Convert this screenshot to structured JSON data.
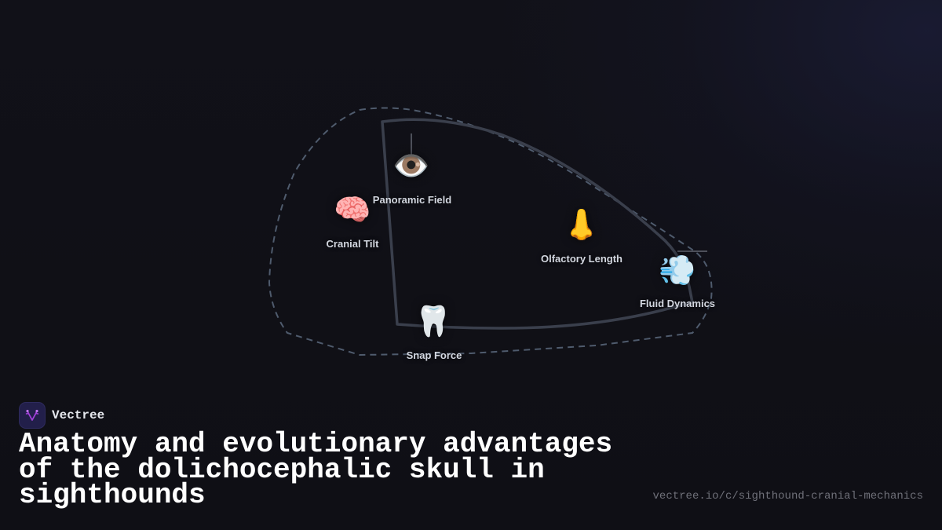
{
  "diagram": {
    "nodes": [
      {
        "id": "panoramic-field",
        "label": "Panoramic Field",
        "icon": "eye-icon",
        "glyph": "👁️"
      },
      {
        "id": "cranial-tilt",
        "label": "Cranial Tilt",
        "icon": "brain-icon",
        "glyph": "🧠"
      },
      {
        "id": "olfactory-length",
        "label": "Olfactory Length",
        "icon": "nose-icon",
        "glyph": "👃"
      },
      {
        "id": "fluid-dynamics",
        "label": "Fluid Dynamics",
        "icon": "wind-puff-icon",
        "glyph": "💨"
      },
      {
        "id": "snap-force",
        "label": "Snap Force",
        "icon": "tooth-icon",
        "glyph": "🦷"
      }
    ],
    "colors": {
      "skull_outline": "#3a3f4c",
      "dashed_outline": "#4f5b6d",
      "pointer_line": "#8a8f9c",
      "label_text": "#d3d7e0"
    }
  },
  "brand": {
    "name": "Vectree",
    "logo_color": "#a040d8"
  },
  "title": "Anatomy and evolutionary advantages of the dolichocephalic skull in sighthounds",
  "footer": {
    "url": "vectree.io/c/sighthound-cranial-mechanics"
  }
}
